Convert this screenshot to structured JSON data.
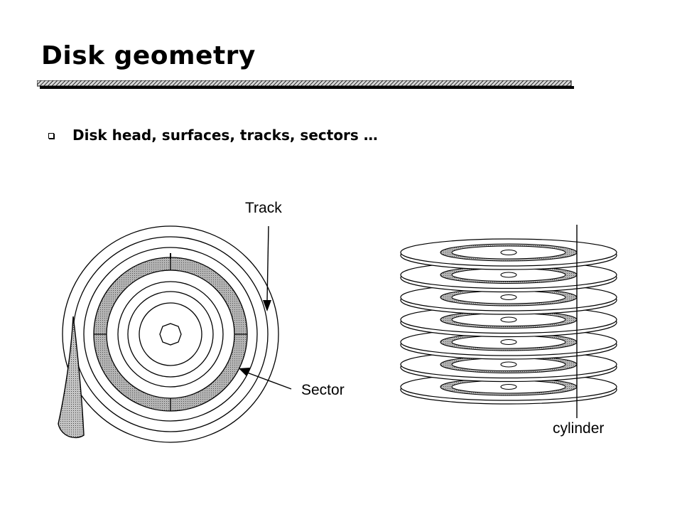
{
  "slide": {
    "title": "Disk geometry",
    "bullets": [
      {
        "text": "Disk head, surfaces, tracks, sectors …"
      }
    ]
  },
  "diagram": {
    "labels": {
      "track": "Track",
      "sector": "Sector",
      "cylinder": "cylinder"
    },
    "platter_count": 7
  }
}
